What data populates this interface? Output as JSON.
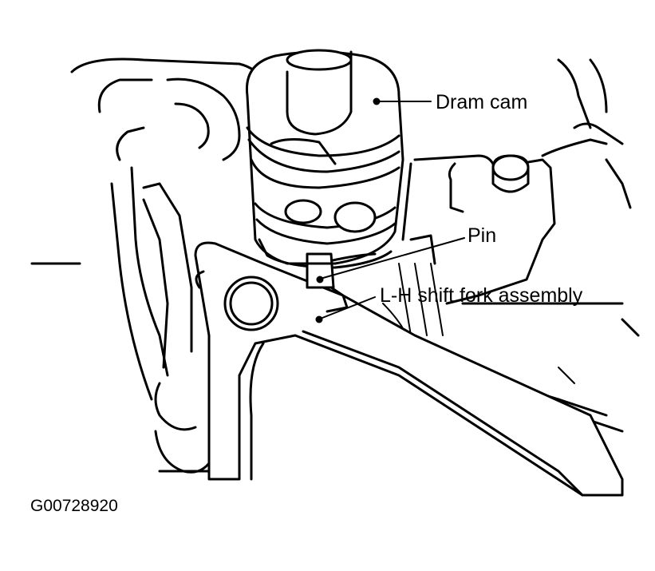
{
  "callouts": {
    "dram_cam": "Dram cam",
    "pin": "Pin",
    "shift_fork": "L-H shift fork assembly"
  },
  "figure_id": "G00728920"
}
